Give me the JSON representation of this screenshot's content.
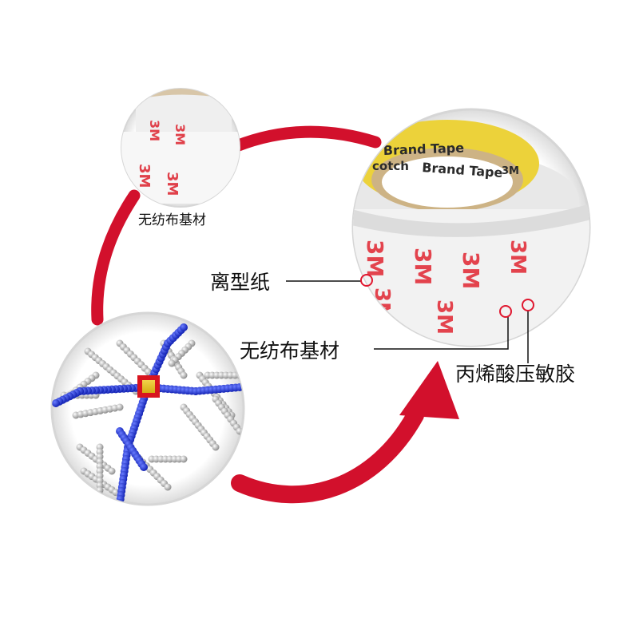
{
  "labels": {
    "small_nonwoven": "无纺布基材",
    "release_paper": "离型纸",
    "nonwoven": "无纺布基材",
    "acrylic_adhesive": "丙烯酸压敏胶"
  },
  "tape_print": {
    "line1": "Brand Tape",
    "line2": "cotch",
    "line3": "Brand Tape",
    "logo": "3M"
  },
  "colors": {
    "arrow": "#d2102c",
    "marker": "#e0172f",
    "core": "#e9c21a",
    "polymer_blue": "#1e2fd0",
    "polymer_grey": "#c4c4c4",
    "callout_line": "#111111"
  }
}
